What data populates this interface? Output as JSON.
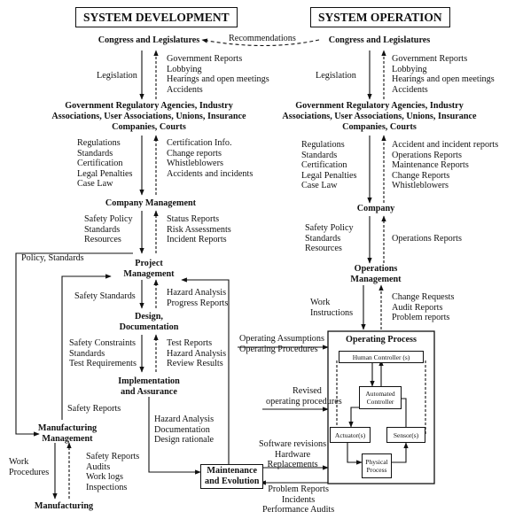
{
  "titles": {
    "development": "SYSTEM DEVELOPMENT",
    "operation": "SYSTEM OPERATION"
  },
  "dev": {
    "congress": "Congress and Legislatures",
    "legislation": "Legislation",
    "congress_up": [
      "Government Reports",
      "Lobbying",
      "Hearings and open meetings",
      "Accidents"
    ],
    "agencies": [
      "Government Regulatory Agencies, Industry",
      "Associations, User Associations, Unions, Insurance",
      "Companies, Courts"
    ],
    "agencies_down": [
      "Regulations",
      "Standards",
      "Certification",
      "Legal Penalties",
      "Case Law"
    ],
    "agencies_up": [
      "Certification Info.",
      "Change reports",
      "Whistleblowers",
      "Accidents and incidents"
    ],
    "company": "Company Management",
    "company_down": [
      "Safety Policy",
      "Standards",
      "Resources"
    ],
    "company_up": [
      "Status Reports",
      "Risk Assessments",
      "Incident Reports"
    ],
    "policy_standards": "Policy, Standards",
    "project": [
      "Project",
      "Management"
    ],
    "project_down": "Safety Standards",
    "project_up": [
      "Hazard Analysis",
      "Progress Reports"
    ],
    "design": [
      "Design,",
      "Documentation"
    ],
    "design_down": [
      "Safety Constraints",
      "Standards",
      "Test Requirements"
    ],
    "design_up": [
      "Test Reports",
      "Hazard Analysis",
      "Review Results"
    ],
    "implementation": [
      "Implementation",
      "and Assurance"
    ],
    "safety_reports": "Safety Reports",
    "impl_to_maint": [
      "Hazard Analysis",
      "Documentation",
      "Design rationale"
    ],
    "manufacturing_mgmt": [
      "Manufacturing",
      "Management"
    ],
    "work_procedures": [
      "Work",
      "Procedures"
    ],
    "manufacturing_up": [
      "Safety Reports",
      "Audits",
      "Work logs",
      "Inspections"
    ],
    "manufacturing": "Manufacturing"
  },
  "op": {
    "recommendations": "Recommendations",
    "congress": "Congress and Legislatures",
    "legislation": "Legislation",
    "congress_up": [
      "Government Reports",
      "Lobbying",
      "Hearings and open meetings",
      "Accidents"
    ],
    "agencies": [
      "Government Regulatory Agencies, Industry",
      "Associations, User Associations, Unions, Insurance",
      "Companies, Courts"
    ],
    "agencies_down": [
      "Regulations",
      "Standards",
      "Certification",
      "Legal Penalties",
      "Case Law"
    ],
    "agencies_up": [
      "Accident and incident reports",
      "Operations Reports",
      "Maintenance Reports",
      "Change Reports",
      "Whistleblowers"
    ],
    "company": "Company",
    "company_down": [
      "Safety Policy",
      "Standards",
      "Resources"
    ],
    "company_up": "Operations Reports",
    "ops_mgmt": [
      "Operations",
      "Management"
    ],
    "work_instructions": [
      "Work",
      "Instructions"
    ],
    "ops_up": [
      "Change Requests",
      "Audit Reports",
      "Problem reports"
    ],
    "operating_process": "Operating Process",
    "assumptions": [
      "Operating Assumptions",
      "Operating Procedures"
    ],
    "human_controller": "Human Controller (s)",
    "automated_controller": [
      "Automated",
      "Controller"
    ],
    "actuators": "Actuator(s)",
    "sensors": "Sensor(s)",
    "physical_process": [
      "Physical",
      "Process"
    ],
    "revised": [
      "Revised",
      "operating procedures"
    ],
    "software_revisions": [
      "Software revisions",
      "Hardware",
      "Replacements"
    ],
    "maintenance": [
      "Maintenance",
      "and Evolution"
    ],
    "problem_reports": [
      "Problem Reports",
      "Incidents",
      "Performance Audits"
    ]
  }
}
